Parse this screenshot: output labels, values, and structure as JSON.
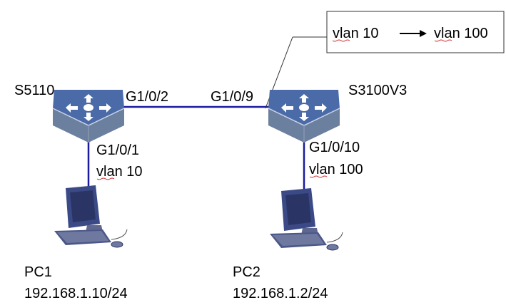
{
  "colors": {
    "link": "#1a1aa0",
    "switch_top": "#4a6aa8",
    "switch_side": "#6b7f9e",
    "pc_dark": "#3b4a86",
    "squiggle": "#d03030"
  },
  "callout": {
    "from_vlan": "vlan 10",
    "to_vlan": "vlan 100",
    "arrow_icon": "right-arrow-icon"
  },
  "switches": [
    {
      "name": "S5110",
      "icon": "switch-icon"
    },
    {
      "name": "S3100V3",
      "icon": "switch-icon"
    }
  ],
  "ports": {
    "s5110_uplink": "G1/0/2",
    "s3100_uplink": "G1/0/9",
    "s5110_down_port": "G1/0/1",
    "s5110_down_vlan": "vlan 10",
    "s3100_down_port": "G1/0/10",
    "s3100_down_vlan": "vlan 100"
  },
  "pcs": [
    {
      "name": "PC1",
      "ip": "192.168.1.10/24",
      "icon": "pc-icon"
    },
    {
      "name": "PC2",
      "ip": "192.168.1.2/24",
      "icon": "pc-icon"
    }
  ]
}
